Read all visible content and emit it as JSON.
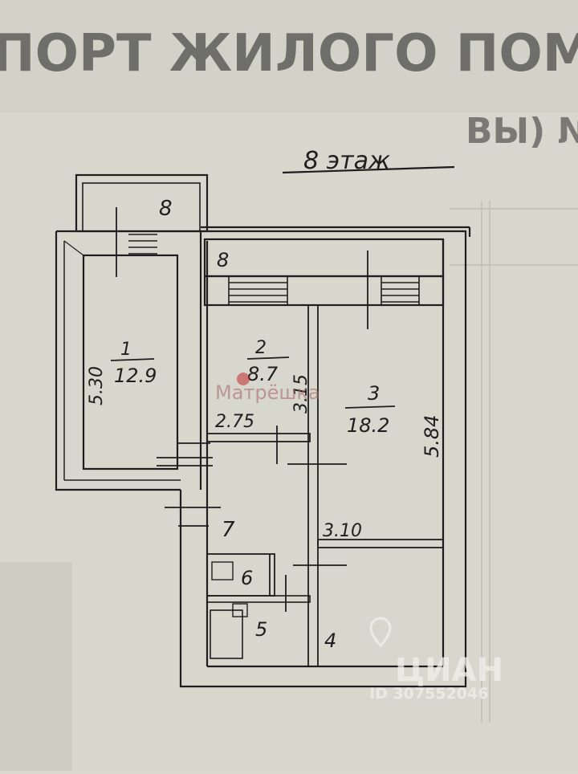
{
  "header": {
    "faded_title": "ПОРТ ЖИЛОГО ПОМЕЩ",
    "faded_sub": "ВЫ) №",
    "floor_label": "8 этаж"
  },
  "rooms": [
    {
      "id": "1",
      "area": "12.9",
      "dim": "5.30"
    },
    {
      "id": "2",
      "area": "8.7",
      "dim": "3.15",
      "dim2": "2.75"
    },
    {
      "id": "3",
      "area": "18.2",
      "dim": "5.84",
      "dim2": "3.10"
    }
  ],
  "labels": {
    "balcony_top": "8",
    "balcony_strip": "8",
    "hall": "7",
    "bath": "6",
    "wc": "5",
    "corridor": "4"
  },
  "watermarks": {
    "agency": "Матрёшка",
    "listing_site": "ЦИАН",
    "listing_id": "ID 307552046"
  },
  "colors": {
    "paper": "#d9d8cf",
    "ink": "#1e1e1e",
    "agency_red": "#c43a3a"
  }
}
